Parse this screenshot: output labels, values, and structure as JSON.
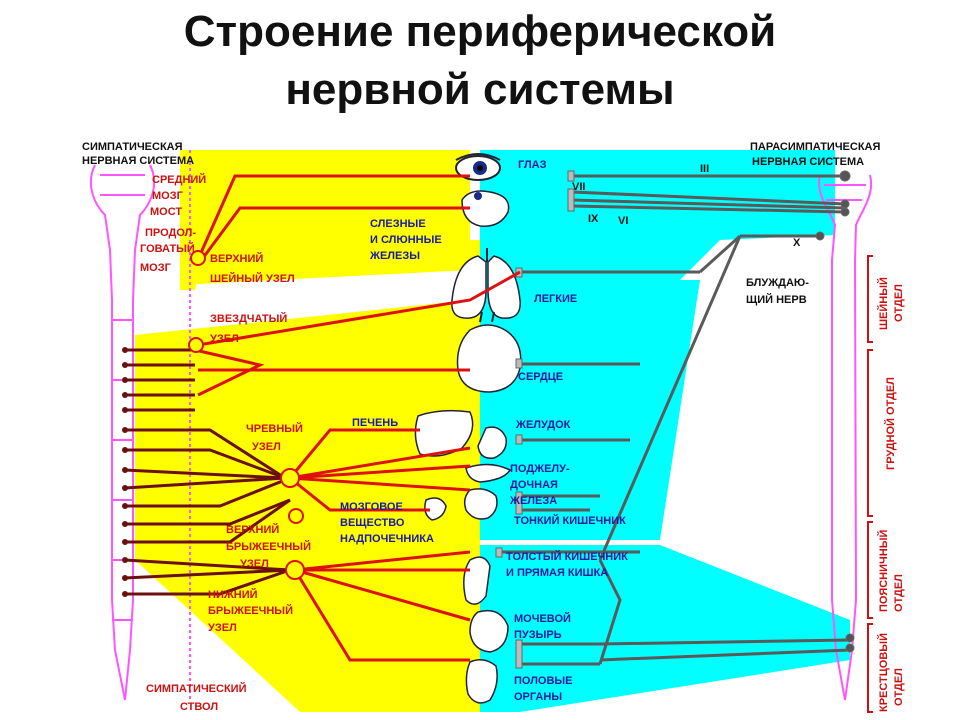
{
  "title": {
    "line1": "Строение периферической",
    "line2": "нервной системы"
  },
  "sympathetic": {
    "system_line1": "СИМПАТИЧЕСКАЯ",
    "system_line2": "НЕРВНАЯ СИСТЕМА",
    "midbrain": "СРЕДНИЙ",
    "brain_word": "МОЗГ",
    "pons": "МОСТ",
    "medulla_line1": "ПРОДОЛ-",
    "medulla_line2": "ГОВАТЫЙ",
    "medulla_line3": "МОЗГ",
    "upper_cervical_line1": "ВЕРХНИЙ",
    "upper_cervical_line2": "ШЕЙНЫЙ УЗЕЛ",
    "stellate_line1": "ЗВЕЗДЧАТЫЙ",
    "stellate_line2": "УЗЕЛ",
    "celiac_line1": "ЧРЕВНЫЙ",
    "celiac_line2": "УЗЕЛ",
    "sup_mesenteric_line1": "ВЕРХНИЙ",
    "sup_mesenteric_line2": "БРЫЖЕЕЧНЫЙ",
    "sup_mesenteric_line3": "УЗЕЛ",
    "inf_mesenteric_line1": "НИЖНИЙ",
    "inf_mesenteric_line2": "БРЫЖЕЕЧНЫЙ",
    "inf_mesenteric_line3": "УЗЕЛ",
    "trunk_line1": "СИМПАТИЧЕСКИЙ",
    "trunk_line2": "СТВОЛ"
  },
  "parasympathetic": {
    "system_line1": "ПАРАСИМПАТИЧЕСКАЯ",
    "system_line2": "НЕРВНАЯ СИСТЕМА",
    "nerve_3": "III",
    "nerve_7": "VII",
    "nerve_9": "IX",
    "nerve_6": "VI",
    "nerve_10": "X",
    "vagus_line1": "БЛУЖДАЮ-",
    "vagus_line2": "ЩИЙ НЕРВ"
  },
  "organs": {
    "eye": "ГЛАЗ",
    "glands_line1": "СЛЕЗНЫЕ",
    "glands_line2": "И СЛЮННЫЕ",
    "glands_line3": "ЖЕЛЕЗЫ",
    "lungs": "ЛЕГКИЕ",
    "heart": "СЕРДЦЕ",
    "liver": "ПЕЧЕНЬ",
    "stomach": "ЖЕЛУДОК",
    "pancreas_line1": "ПОДЖЕЛУ-",
    "pancreas_line2": "ДОЧНАЯ",
    "pancreas_line3": "ЖЕЛЕЗА",
    "small_intestine": "ТОНКИЙ КИШЕЧНИК",
    "adrenal_line1": "МОЗГОВОЕ",
    "adrenal_line2": "ВЕЩЕСТВО",
    "adrenal_line3": "НАДПОЧЕЧНИКА",
    "large_intestine_line1": "ТОЛСТЫЙ КИШЕЧНИК",
    "large_intestine_line2": "И ПРЯМАЯ КИШКА",
    "bladder_line1": "МОЧЕВОЙ",
    "bladder_line2": "ПУЗЫРЬ",
    "genitals_line1": "ПОЛОВЫЕ",
    "genitals_line2": "ОРГАНЫ"
  },
  "divisions": {
    "cervical_line1": "ШЕЙНЫЙ",
    "cervical_line2": "ОТДЕЛ",
    "thoracic": "ГРУДНОЙ ОТДЕЛ",
    "lumbar_line1": "ПОЯСНИЧНЫЙ",
    "lumbar_line2": "ОТДЕЛ",
    "sacral_line1": "КРЕСТЦОВЫЙ",
    "sacral_line2": "ОТДЕЛ"
  },
  "colors": {
    "sympathetic_zone": "#ffff00",
    "parasympathetic_zone": "#00ffff",
    "sympathetic_nerve": "#dd1111",
    "preganglionic": "#6b0f0f",
    "parasympathetic_nerve": "#606060",
    "spine": "#ff66ff"
  }
}
